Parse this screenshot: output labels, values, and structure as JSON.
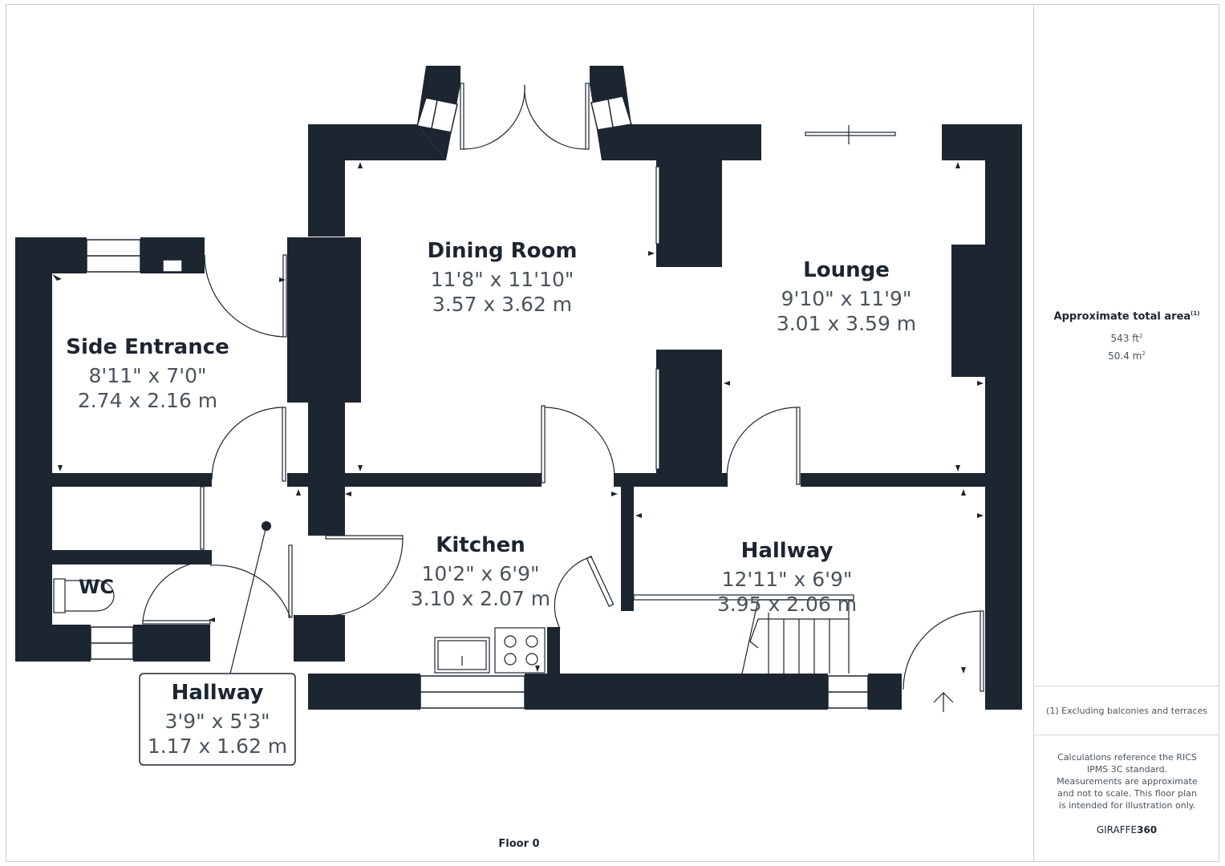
{
  "plan": {
    "floor_label": "Floor 0",
    "rooms": [
      {
        "id": "dining",
        "name": "Dining Room",
        "imperial": "11'8\" x 11'10\"",
        "metric": "3.57 x 3.62 m"
      },
      {
        "id": "lounge",
        "name": "Lounge",
        "imperial": "9'10\" x 11'9\"",
        "metric": "3.01 x 3.59 m"
      },
      {
        "id": "side-entrance",
        "name": "Side Entrance",
        "imperial": "8'11\" x 7'0\"",
        "metric": "2.74 x 2.16 m"
      },
      {
        "id": "kitchen",
        "name": "Kitchen",
        "imperial": "10'2\" x 6'9\"",
        "metric": "3.10 x 2.07 m"
      },
      {
        "id": "hallway-main",
        "name": "Hallway",
        "imperial": "12'11\" x 6'9\"",
        "metric": "3.95 x 2.06 m"
      },
      {
        "id": "hallway-small",
        "name": "Hallway",
        "imperial": "3'9\" x 5'3\"",
        "metric": "1.17 x 1.62 m"
      },
      {
        "id": "wc",
        "name": "WC",
        "imperial": "",
        "metric": ""
      }
    ],
    "colors": {
      "wall": "#1c2530",
      "text": "#1c2530",
      "subtext": "#4a535c",
      "border": "#c9cdd2"
    }
  },
  "sidebar": {
    "area_title": "Approximate total area",
    "area_note_marker": "(1)",
    "area_sqft": "543 ft",
    "area_sqft_unit": "2",
    "area_sqm": "50.4 m",
    "area_sqm_unit": "2",
    "footnote": "(1) Excluding balconies and terraces",
    "disclaimer": "Calculations reference the RICS IPMS 3C standard. Measurements are approximate and not to scale. This floor plan is intended for illustration only.",
    "brand_prefix": "GIRAFFE",
    "brand_suffix": "360"
  }
}
